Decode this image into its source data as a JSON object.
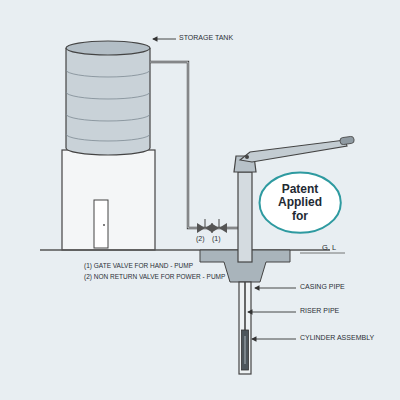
{
  "diagram": {
    "nodes": [
      {
        "text": [
          "Patent Applied for"
        ]
      }
    ],
    "labels": [
      "STORAGE TANK",
      "(2)",
      "(1)",
      "G. L",
      "(1) GATE VALVE FOR HAND - PUMP",
      "(2) NON RETURN VALVE FOR POWER - PUMP",
      "CASING PIPE",
      "RISER PIPE",
      "CYLINDER ASSEMBLY"
    ]
  }
}
